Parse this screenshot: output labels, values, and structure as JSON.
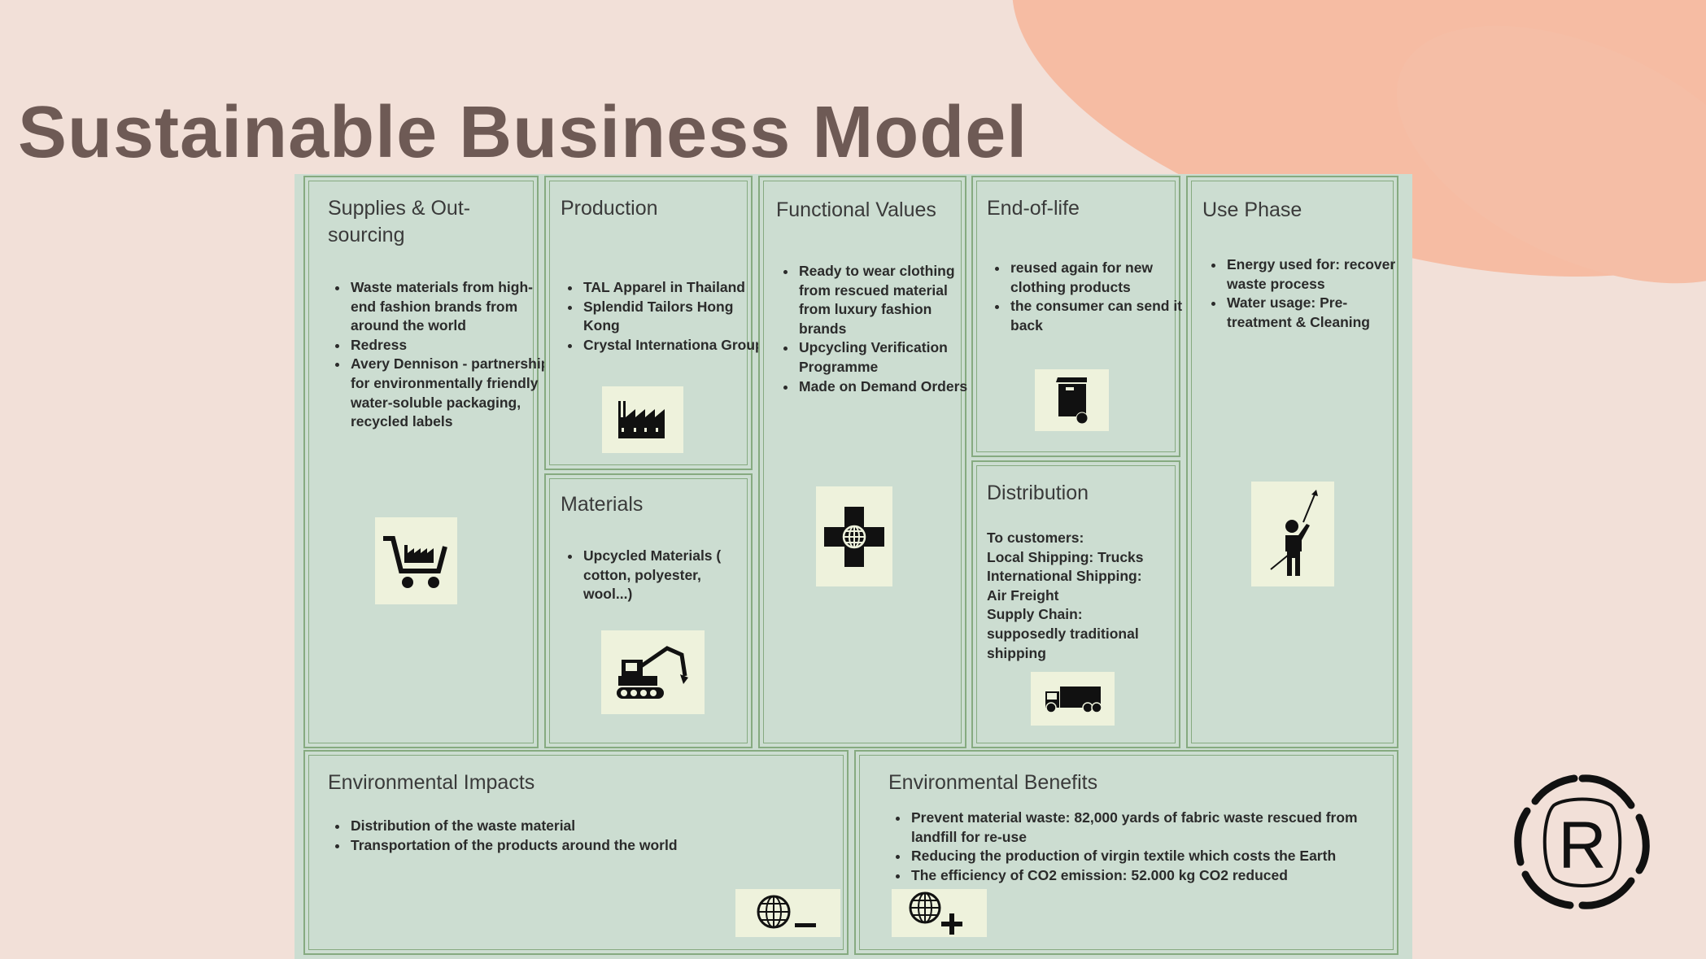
{
  "title": "Sustainable Business Model",
  "colors": {
    "background": "#f2e0d8",
    "board": "#ccddd1",
    "border": "#86aa80",
    "icon_box": "#eef2dc",
    "title": "#6e5a55",
    "accent_blob": "#f5b9a0"
  },
  "panels": [
    {
      "id": "supplies",
      "heading": "Supplies & Out-\nsourcing",
      "items": [
        "Waste materials from high-end fashion brands from around the world",
        "Redress",
        "Avery Dennison - partnership for environmentally friendly water-soluble packaging, recycled labels"
      ],
      "icon": "shopping-cart-factory-icon"
    },
    {
      "id": "production",
      "heading": "Production",
      "items": [
        "TAL Apparel in Thailand",
        "Splendid Tailors Hong Kong",
        "Crystal Internationa Group"
      ],
      "icon": "factory-icon"
    },
    {
      "id": "materials",
      "heading": "Materials",
      "items": [
        "Upcycled Materials ( cotton, polyester, wool...)"
      ],
      "icon": "excavator-icon"
    },
    {
      "id": "functional",
      "heading": "Functional Values",
      "items": [
        "Ready to wear clothing from rescued material from luxury fashion brands",
        "Upcycling Verification Programme",
        "Made on Demand Orders"
      ],
      "icon": "medical-cross-globe-icon"
    },
    {
      "id": "endoflife",
      "heading": "End-of-life",
      "items": [
        "reused again for new clothing products",
        "the consumer can send it back"
      ],
      "icon": "wheelie-bin-icon"
    },
    {
      "id": "distribution",
      "heading": "Distribution",
      "lines": [
        "To customers:",
        "Local Shipping: Trucks",
        "International Shipping:",
        "Air Freight",
        "Supply Chain:",
        "supposedly traditional",
        "shipping"
      ],
      "icon": "truck-icon"
    },
    {
      "id": "usephase",
      "heading": "Use Phase",
      "items": [
        "Energy used for: recover waste process",
        "Water usage: Pre-treatment & Cleaning"
      ],
      "icon": "person-cleaning-icon"
    },
    {
      "id": "impacts",
      "heading": "Environmental Impacts",
      "items": [
        "Distribution of the waste material",
        "Transportation of the products around the world"
      ],
      "icon": "globe-minus-icon"
    },
    {
      "id": "benefits",
      "heading": "Environmental Benefits",
      "items": [
        "Prevent material waste: 82,000 yards of fabric waste rescued from landfill for re-use",
        "Reducing the production of virgin textile which costs the Earth",
        "The efficiency of CO2 emission: 52.000 kg CO2 reduced"
      ],
      "icon": "globe-plus-icon"
    }
  ],
  "logo": {
    "letter": "R",
    "icon": "r-logo-icon"
  }
}
